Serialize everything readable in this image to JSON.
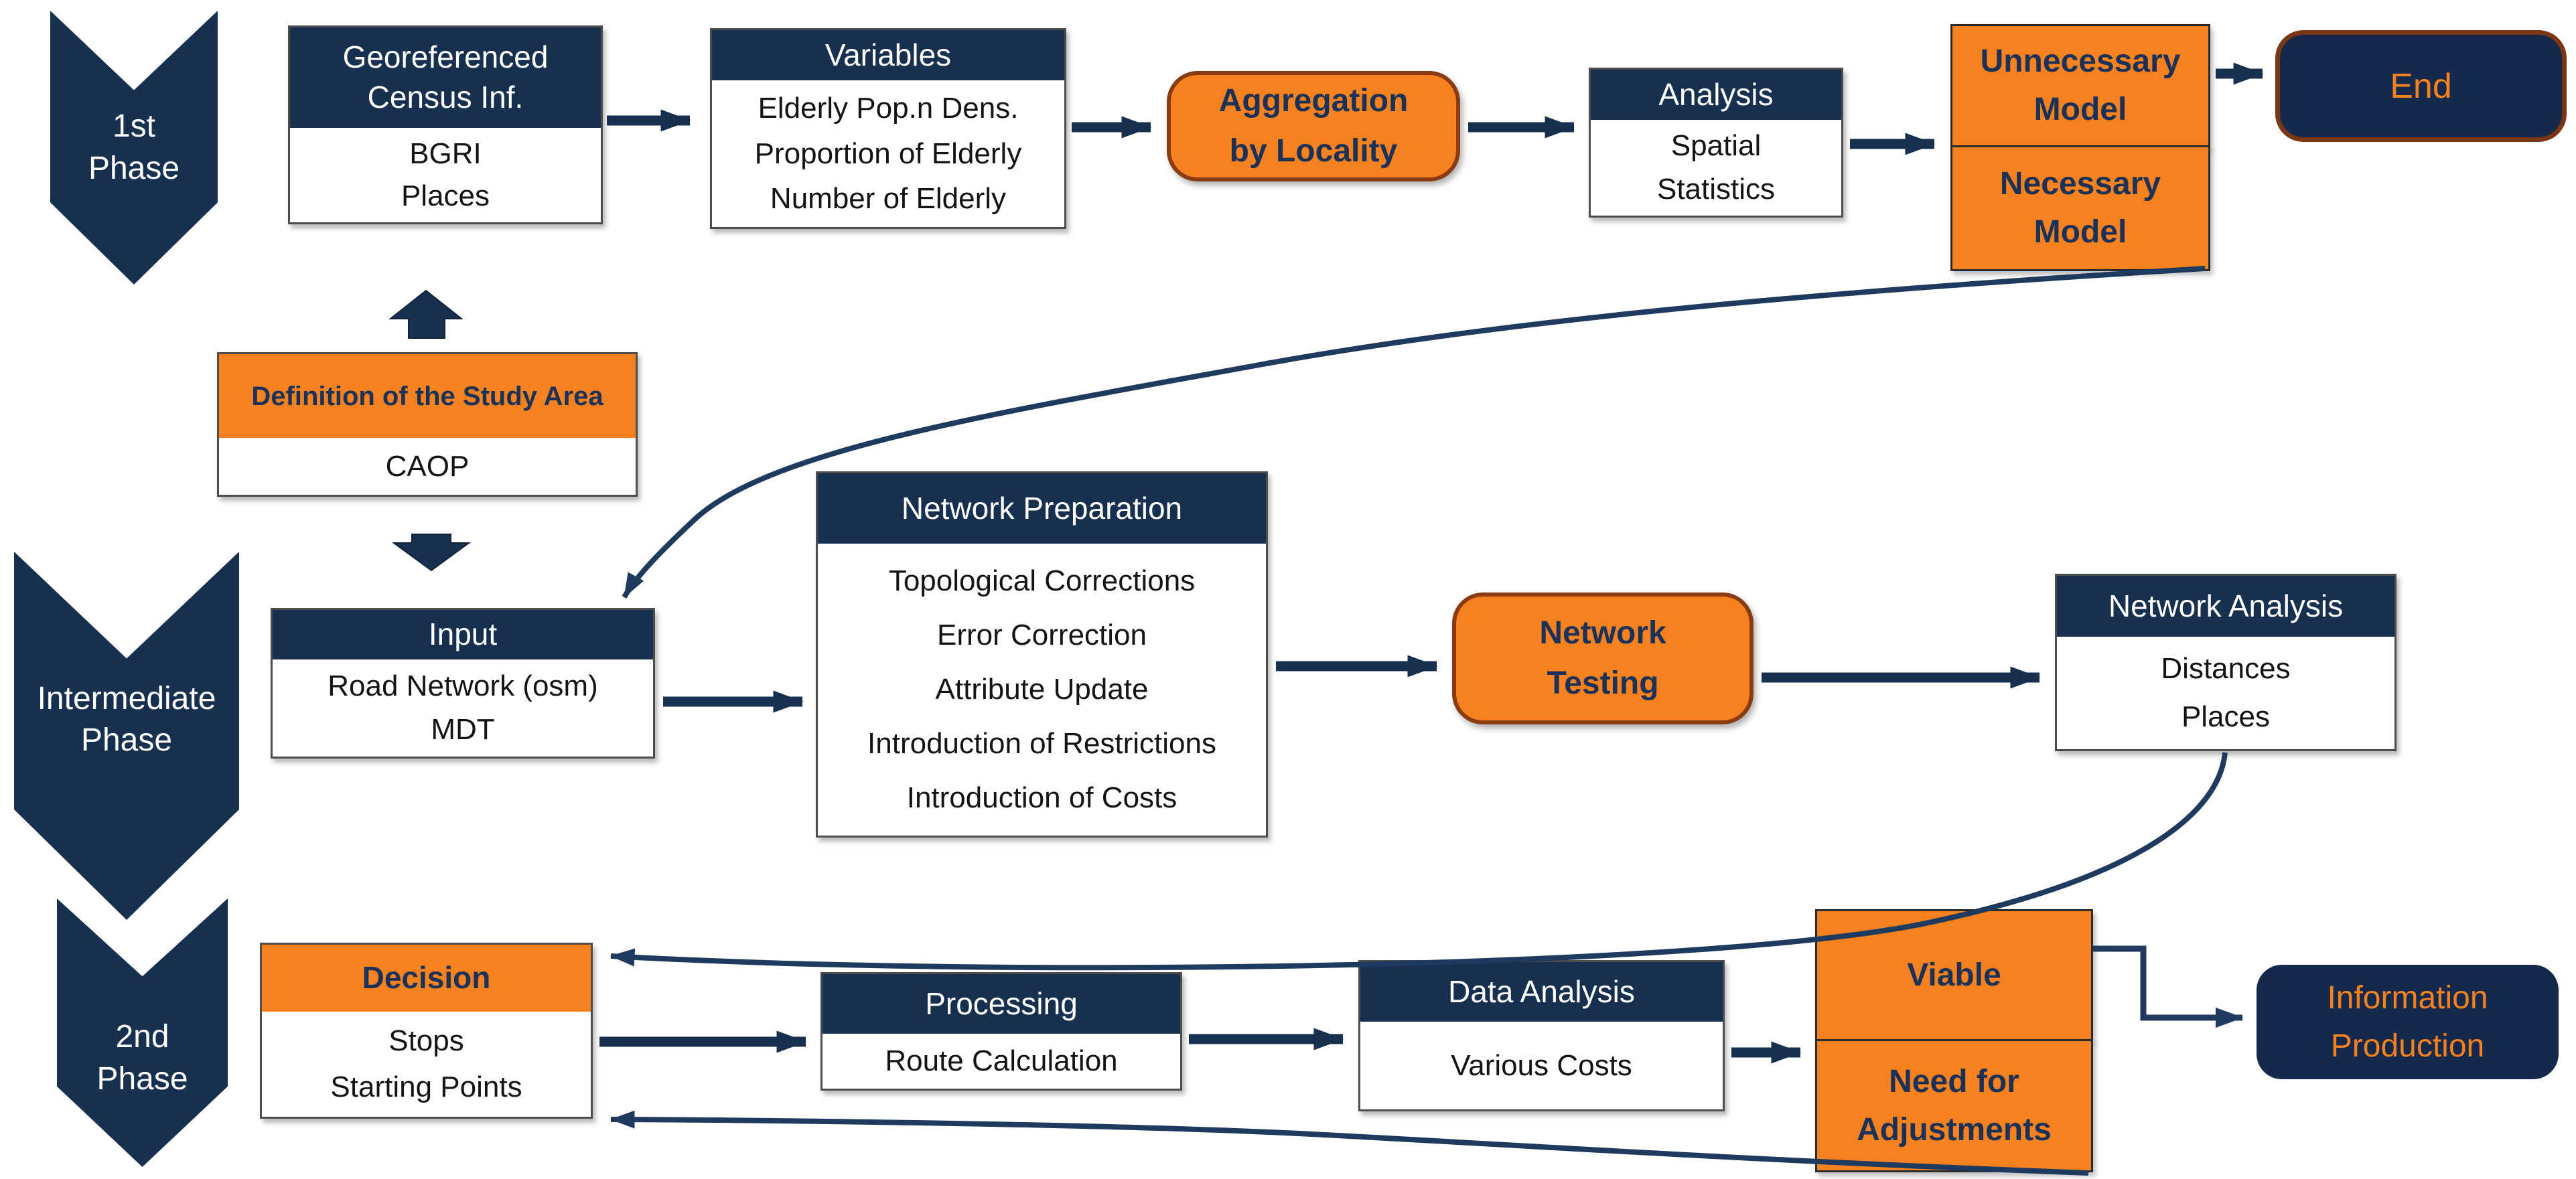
{
  "palette": {
    "navy": "#17304F",
    "orange": "#F6821F",
    "terminal_fill": "#14294B",
    "terminal_border": "#7B3616",
    "pill_border": "#8A3B12",
    "header_text": "#FFFFFF",
    "body_text": "#141414",
    "accent_text_navy": "#1B3158"
  },
  "phases": {
    "first": {
      "lines": [
        "1st",
        "Phase"
      ]
    },
    "intermediate": {
      "lines": [
        "Intermediate",
        "Phase"
      ]
    },
    "second": {
      "lines": [
        "2nd",
        "Phase"
      ]
    }
  },
  "boxes": {
    "georeferenced": {
      "header_lines": [
        "Georeferenced",
        "Census Inf."
      ],
      "items": [
        "BGRI",
        "Places"
      ]
    },
    "variables": {
      "header": "Variables",
      "items": [
        "Elderly Pop.n Dens.",
        "Proportion of Elderly",
        "Number of Elderly"
      ]
    },
    "aggregation": {
      "lines": [
        "Aggregation",
        "by Locality"
      ]
    },
    "analysis": {
      "header": "Analysis",
      "items": [
        "Spatial",
        "Statistics"
      ]
    },
    "unnecessary_model": {
      "lines": [
        "Unnecessary",
        "Model"
      ]
    },
    "necessary_model": {
      "lines": [
        "Necessary",
        "Model"
      ]
    },
    "end": {
      "label": "End"
    },
    "definition": {
      "header": "Definition of the Study Area",
      "items": [
        "CAOP"
      ]
    },
    "input": {
      "header": "Input",
      "items": [
        "Road Network (osm)",
        "MDT"
      ]
    },
    "network_preparation": {
      "header": "Network Preparation",
      "items": [
        "Topological Corrections",
        "Error Correction",
        "Attribute Update",
        "Introduction of Restrictions",
        "Introduction of Costs"
      ]
    },
    "network_testing": {
      "lines": [
        "Network",
        "Testing"
      ]
    },
    "network_analysis": {
      "header": "Network Analysis",
      "items": [
        "Distances",
        "Places"
      ]
    },
    "decision": {
      "header": "Decision",
      "items": [
        "Stops",
        "Starting Points"
      ]
    },
    "processing": {
      "header": "Processing",
      "items": [
        "Route Calculation"
      ]
    },
    "data_analysis": {
      "header": "Data Analysis",
      "items": [
        "Various Costs"
      ]
    },
    "viable": {
      "label": "Viable"
    },
    "need_for_adjustments": {
      "lines": [
        "Need for",
        "Adjustments"
      ]
    },
    "information_production": {
      "lines": [
        "Information",
        "Production"
      ]
    }
  }
}
